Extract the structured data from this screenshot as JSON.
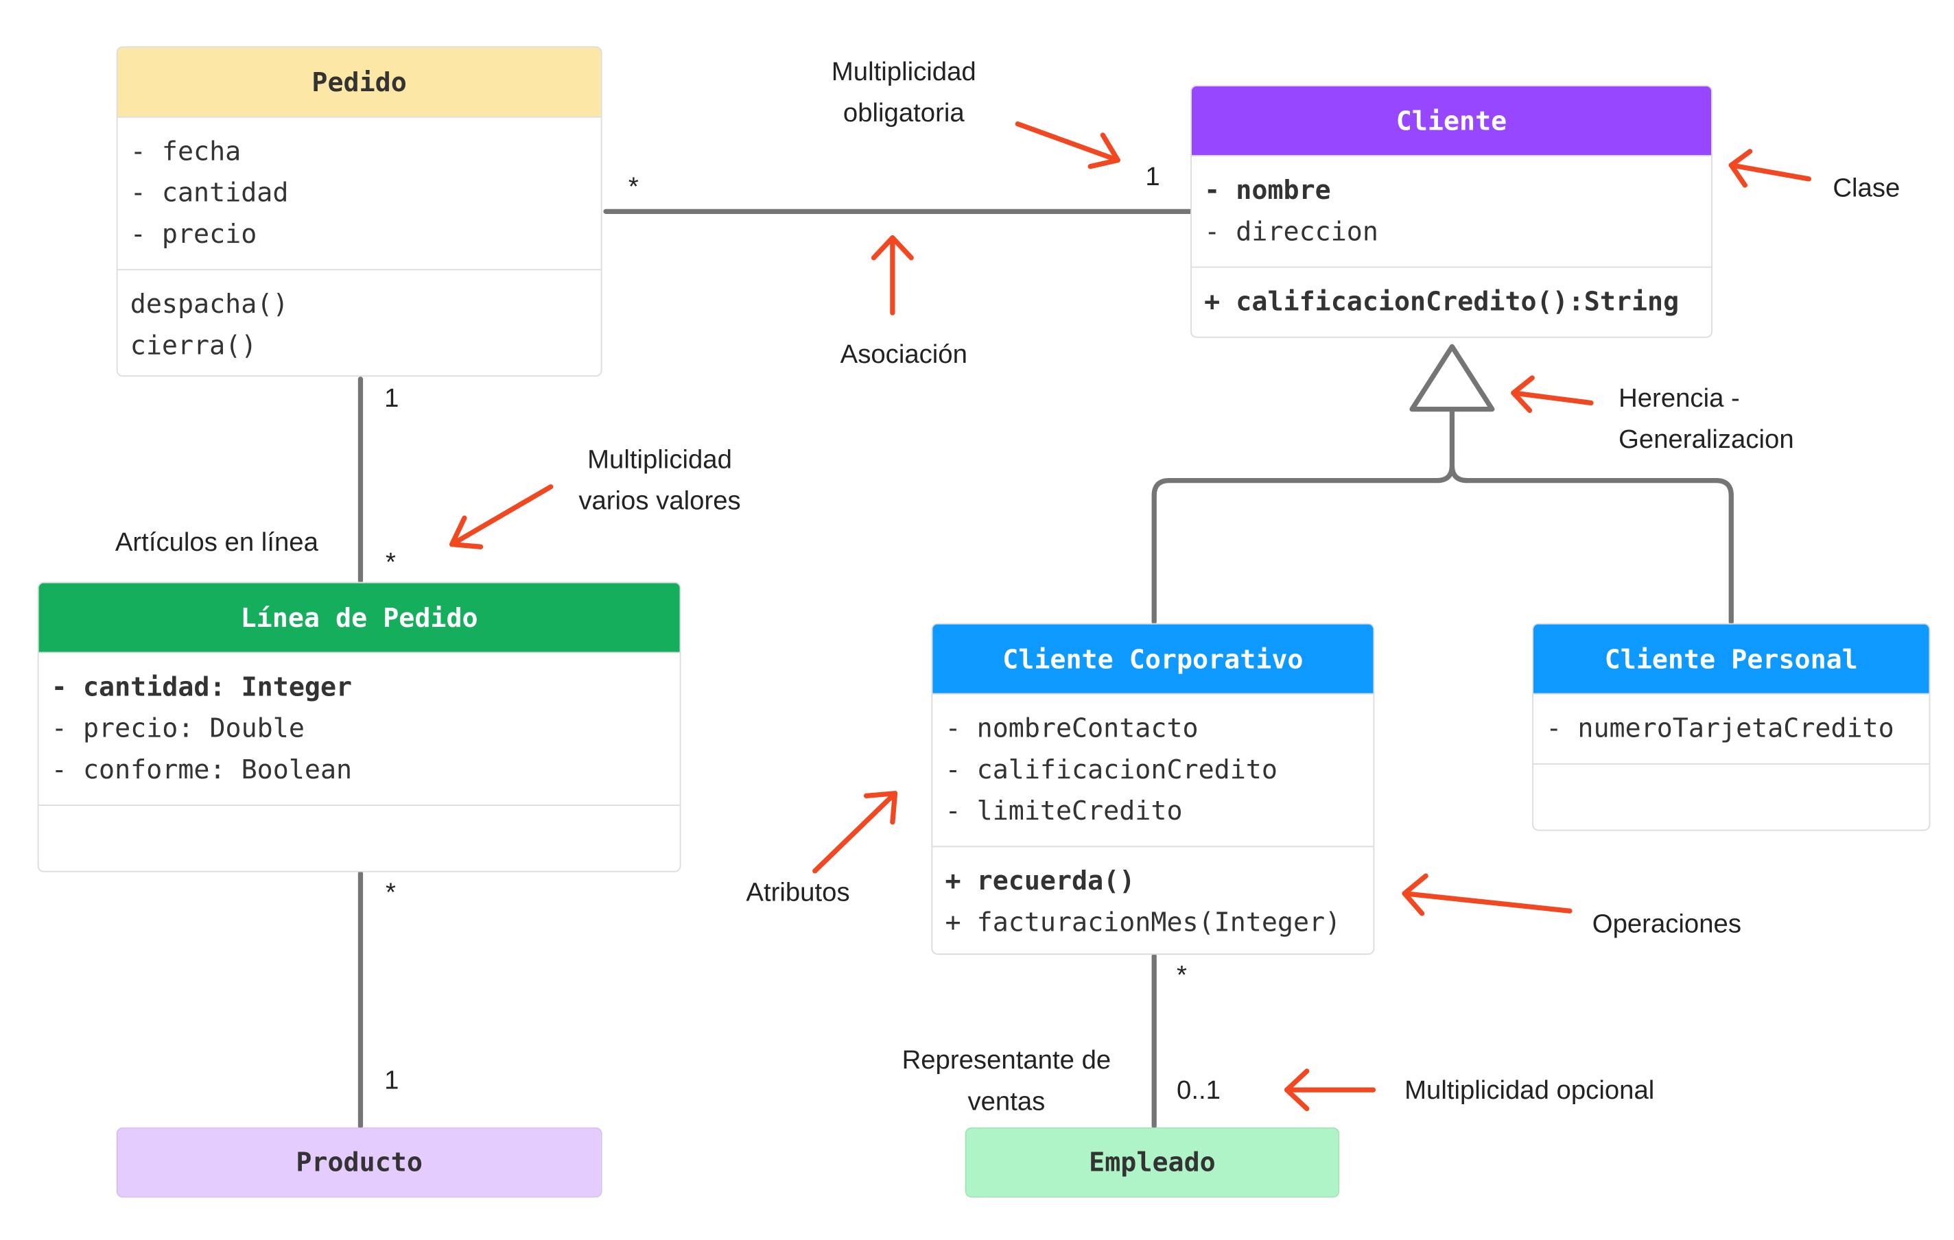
{
  "classes": {
    "pedido": {
      "name": "Pedido",
      "attributes": [
        "- fecha",
        "- cantidad",
        "- precio"
      ],
      "operations": [
        "despacha()",
        "cierra()"
      ],
      "color": "#FDE7A6"
    },
    "cliente": {
      "name": "Cliente",
      "attributes": [
        "- nombre",
        "- direccion"
      ],
      "operations": [
        "+ calificacionCredito():String"
      ],
      "color": "#9747FF"
    },
    "linea_pedido": {
      "name": "Línea de Pedido",
      "attributes": [
        "- cantidad: Integer",
        "- precio: Double",
        "- conforme: Boolean"
      ],
      "color": "#14AE5C"
    },
    "cliente_corporativo": {
      "name": "Cliente Corporativo",
      "attributes": [
        "- nombreContacto",
        "- calificacionCredito",
        "- limiteCredito"
      ],
      "operations": [
        "+ recuerda()",
        "+ facturacionMes(Integer)"
      ],
      "color": "#0D99FF"
    },
    "cliente_personal": {
      "name": "Cliente Personal",
      "attributes": [
        "- numeroTarjetaCredito"
      ],
      "color": "#0D99FF"
    },
    "producto": {
      "name": "Producto",
      "color": "#E4CCFF"
    },
    "empleado": {
      "name": "Empleado",
      "color": "#AFF4C6"
    }
  },
  "multiplicities": {
    "pedido_cliente_pedido_end": "*",
    "pedido_cliente_cliente_end": "1",
    "pedido_linea_pedido_end": "1",
    "pedido_linea_linea_end": "*",
    "linea_producto_linea_end": "*",
    "linea_producto_producto_end": "1",
    "corporativo_empleado_corporativo_end": "*",
    "corporativo_empleado_empleado_end": "0..1"
  },
  "labels": {
    "multiplicidad_obligatoria": [
      "Multiplicidad",
      "obligatoria"
    ],
    "asociacion": "Asociación",
    "clase": "Clase",
    "herencia": [
      "Herencia -",
      "Generalizacion"
    ],
    "multiplicidad_varios": [
      "Multiplicidad",
      "varios valores"
    ],
    "articulos_en_linea": "Artículos en línea",
    "atributos": "Atributos",
    "operaciones": "Operaciones",
    "representante": [
      "Representante de",
      "ventas"
    ],
    "multiplicidad_opcional": "Multiplicidad opcional"
  },
  "colors": {
    "connector": "#757575",
    "annotation_arrow": "#F24822",
    "border": "#DCDCDC"
  }
}
